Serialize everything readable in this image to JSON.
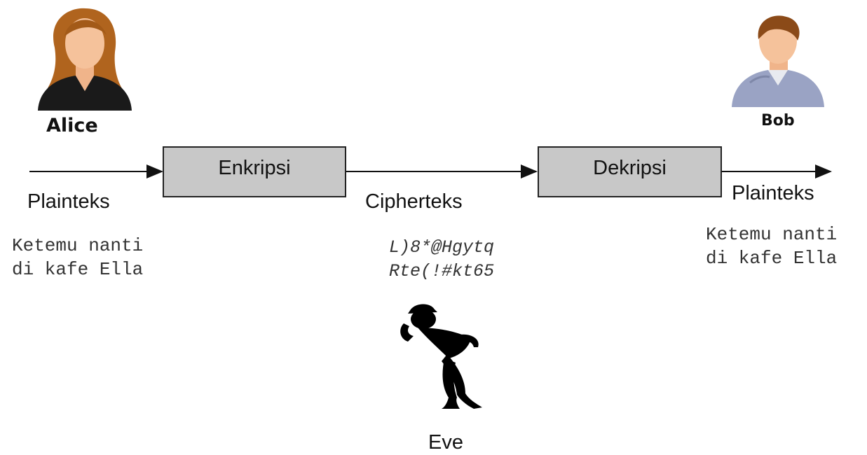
{
  "alice": {
    "name": "Alice",
    "icon": "woman-avatar-icon"
  },
  "bob": {
    "name": "Bob",
    "icon": "man-avatar-icon"
  },
  "eve": {
    "name": "Eve",
    "icon": "eavesdropper-silhouette-icon"
  },
  "encrypt_box": {
    "label": "Enkripsi"
  },
  "decrypt_box": {
    "label": "Dekripsi"
  },
  "left": {
    "label": "Plainteks",
    "message": "Ketemu nanti\ndi kafe Ella"
  },
  "middle": {
    "label": "Cipherteks",
    "message": "L)8*@Hgytq\nRte(!#kt65"
  },
  "right": {
    "label": "Plainteks",
    "message": "Ketemu nanti\ndi kafe Ella"
  },
  "colors": {
    "box_fill": "#c8c8c8",
    "line": "#111111",
    "hair": "#b0641e",
    "jacket_alice": "#1a1a1a",
    "jacket_bob": "#9aa3c4"
  }
}
